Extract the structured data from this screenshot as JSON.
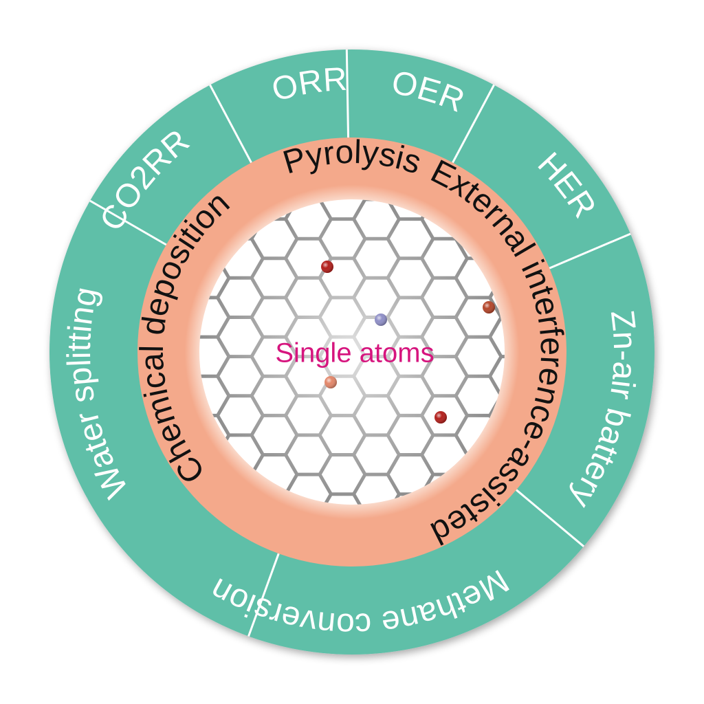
{
  "center_label": "Single atoms",
  "synthesis_methods": [
    {
      "id": "pyrolysis",
      "label": "Pyrolysis"
    },
    {
      "id": "external-interference-assisted",
      "label": "External interference-assisted"
    },
    {
      "id": "chemical-deposition",
      "label": "Chemical deposition"
    }
  ],
  "applications": [
    {
      "id": "orr",
      "label": "ORR"
    },
    {
      "id": "oer",
      "label": "OER"
    },
    {
      "id": "her",
      "label": "HER"
    },
    {
      "id": "zn-air-battery",
      "label": "Zn-air battery"
    },
    {
      "id": "methane-conversion",
      "label": "Methane conversion"
    },
    {
      "id": "water-splitting",
      "label": "Water splitting"
    },
    {
      "id": "co2rr",
      "label": "CO2RR"
    }
  ],
  "colors": {
    "outer_ring": "#5fbfa8",
    "outer_divider": "#ffffff",
    "middle_ring": "#f4a98b",
    "middle_ring_glow": "#fbe1d4",
    "center_bg": "#ffffff",
    "lattice": "#8e8e8e",
    "center_label": "#d6157e",
    "ring_text_outer": "#ffffff",
    "ring_text_middle": "#111111"
  },
  "atoms": [
    {
      "kind": "dark-red-atom",
      "color": "#b3201c"
    },
    {
      "kind": "red-brown-atom",
      "color": "#b4462a"
    },
    {
      "kind": "blue-grey-atom",
      "color": "#8f8fc7"
    },
    {
      "kind": "salmon-atom",
      "color": "#e3876a"
    },
    {
      "kind": "dark-red-atom",
      "color": "#b3201c"
    }
  ]
}
